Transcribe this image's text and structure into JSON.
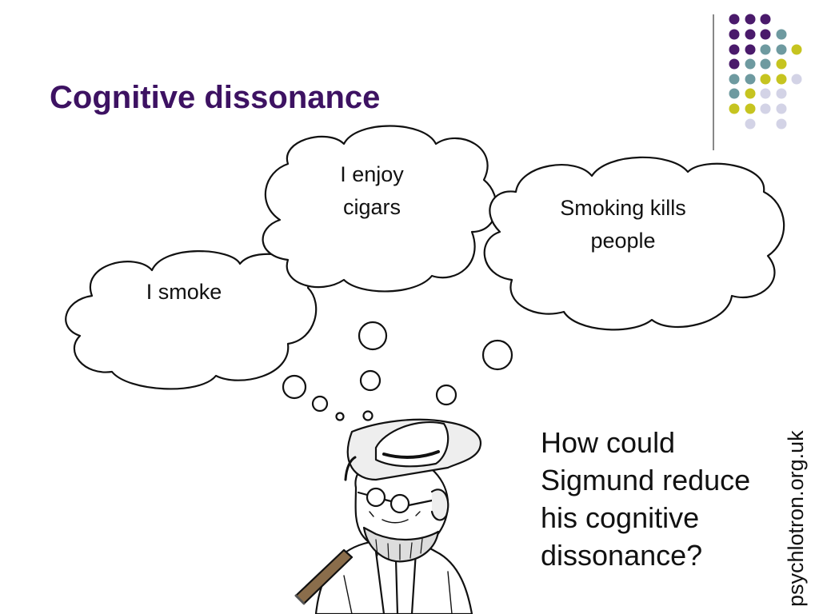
{
  "slide": {
    "title": "Cognitive dissonance",
    "clouds": [
      {
        "text": "I smoke"
      },
      {
        "text": "I enjoy\ncigars"
      },
      {
        "text": "Smoking kills\npeople"
      }
    ],
    "question": "How could Sigmund reduce his cognitive dissonance?",
    "credit": "psychlotron.org.uk"
  },
  "theme": {
    "title_color": "#3d1262",
    "dot_colors": {
      "purple": "#4a1a6b",
      "teal": "#6e9aa0",
      "yellow": "#c6c420",
      "lavender": "#d3d3e6"
    }
  },
  "illustration": "sigmund-freud-caricature-icon"
}
